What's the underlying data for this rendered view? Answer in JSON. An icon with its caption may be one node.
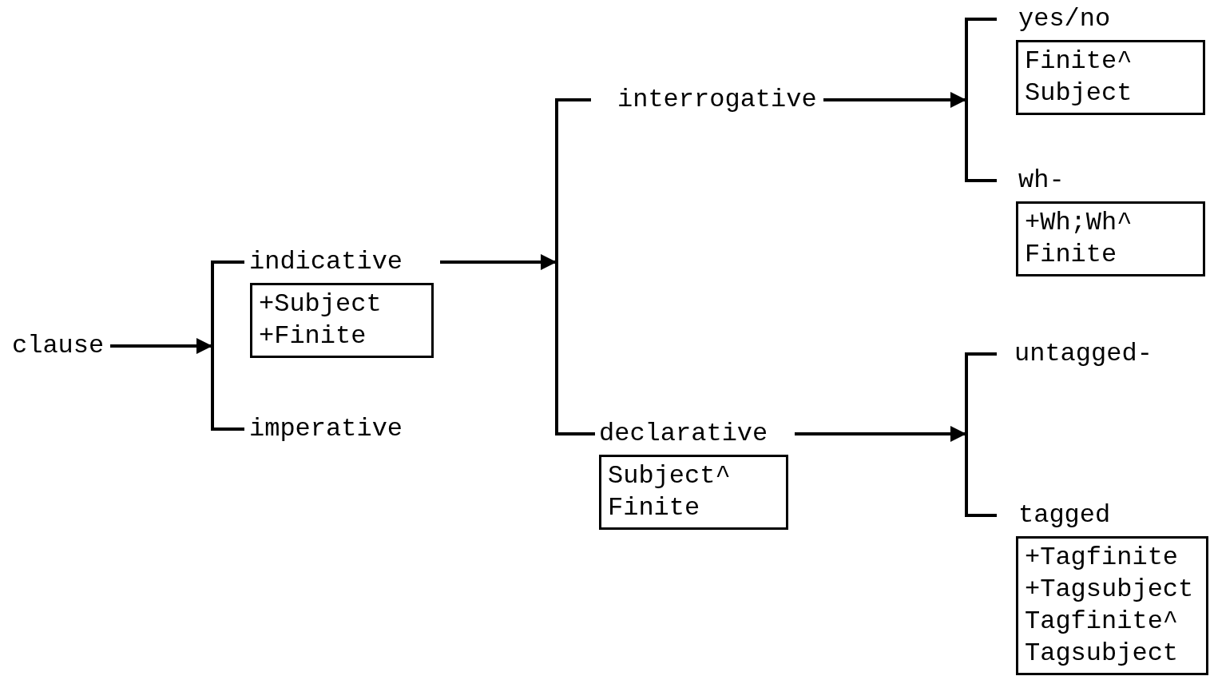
{
  "diagram": {
    "nodes": [
      {
        "text": [
          "clause"
        ]
      },
      {
        "text": [],
        "shape": "bar"
      },
      {
        "text": [
          "indicative",
          "+Subject +Finite"
        ]
      },
      {
        "text": [
          "imperative"
        ]
      },
      {
        "text": [],
        "shape": "bar"
      },
      {
        "text": [
          "interrogative"
        ]
      },
      {
        "text": [
          "declarative",
          "Subject^ Finite"
        ]
      },
      {
        "text": [],
        "shape": "bar"
      },
      {
        "text": [
          "yes/no",
          "Finite^ Subject"
        ]
      },
      {
        "text": [
          "wh-",
          "+Wh;Wh^ Finite"
        ]
      },
      {
        "text": [],
        "shape": "bar"
      },
      {
        "text": [
          "untagged-"
        ]
      },
      {
        "text": [
          "tagged",
          "+Tagfinite +Tagsubject Tagfinite^ Tagsubject"
        ]
      }
    ],
    "edges": [
      {
        "from": 0,
        "to": 1,
        "arrow": "to"
      },
      {
        "from": 1,
        "to": 2,
        "arrow": "none"
      },
      {
        "from": 1,
        "to": 3,
        "arrow": "none"
      },
      {
        "from": 2,
        "to": 4,
        "arrow": "to"
      },
      {
        "from": 4,
        "to": 5,
        "arrow": "none"
      },
      {
        "from": 4,
        "to": 6,
        "arrow": "none"
      },
      {
        "from": 5,
        "to": 7,
        "arrow": "to"
      },
      {
        "from": 7,
        "to": 8,
        "arrow": "none"
      },
      {
        "from": 7,
        "to": 9,
        "arrow": "none"
      },
      {
        "from": 6,
        "to": 10,
        "arrow": "to"
      },
      {
        "from": 10,
        "to": 11,
        "arrow": "none"
      },
      {
        "from": 10,
        "to": 12,
        "arrow": "none"
      }
    ]
  }
}
